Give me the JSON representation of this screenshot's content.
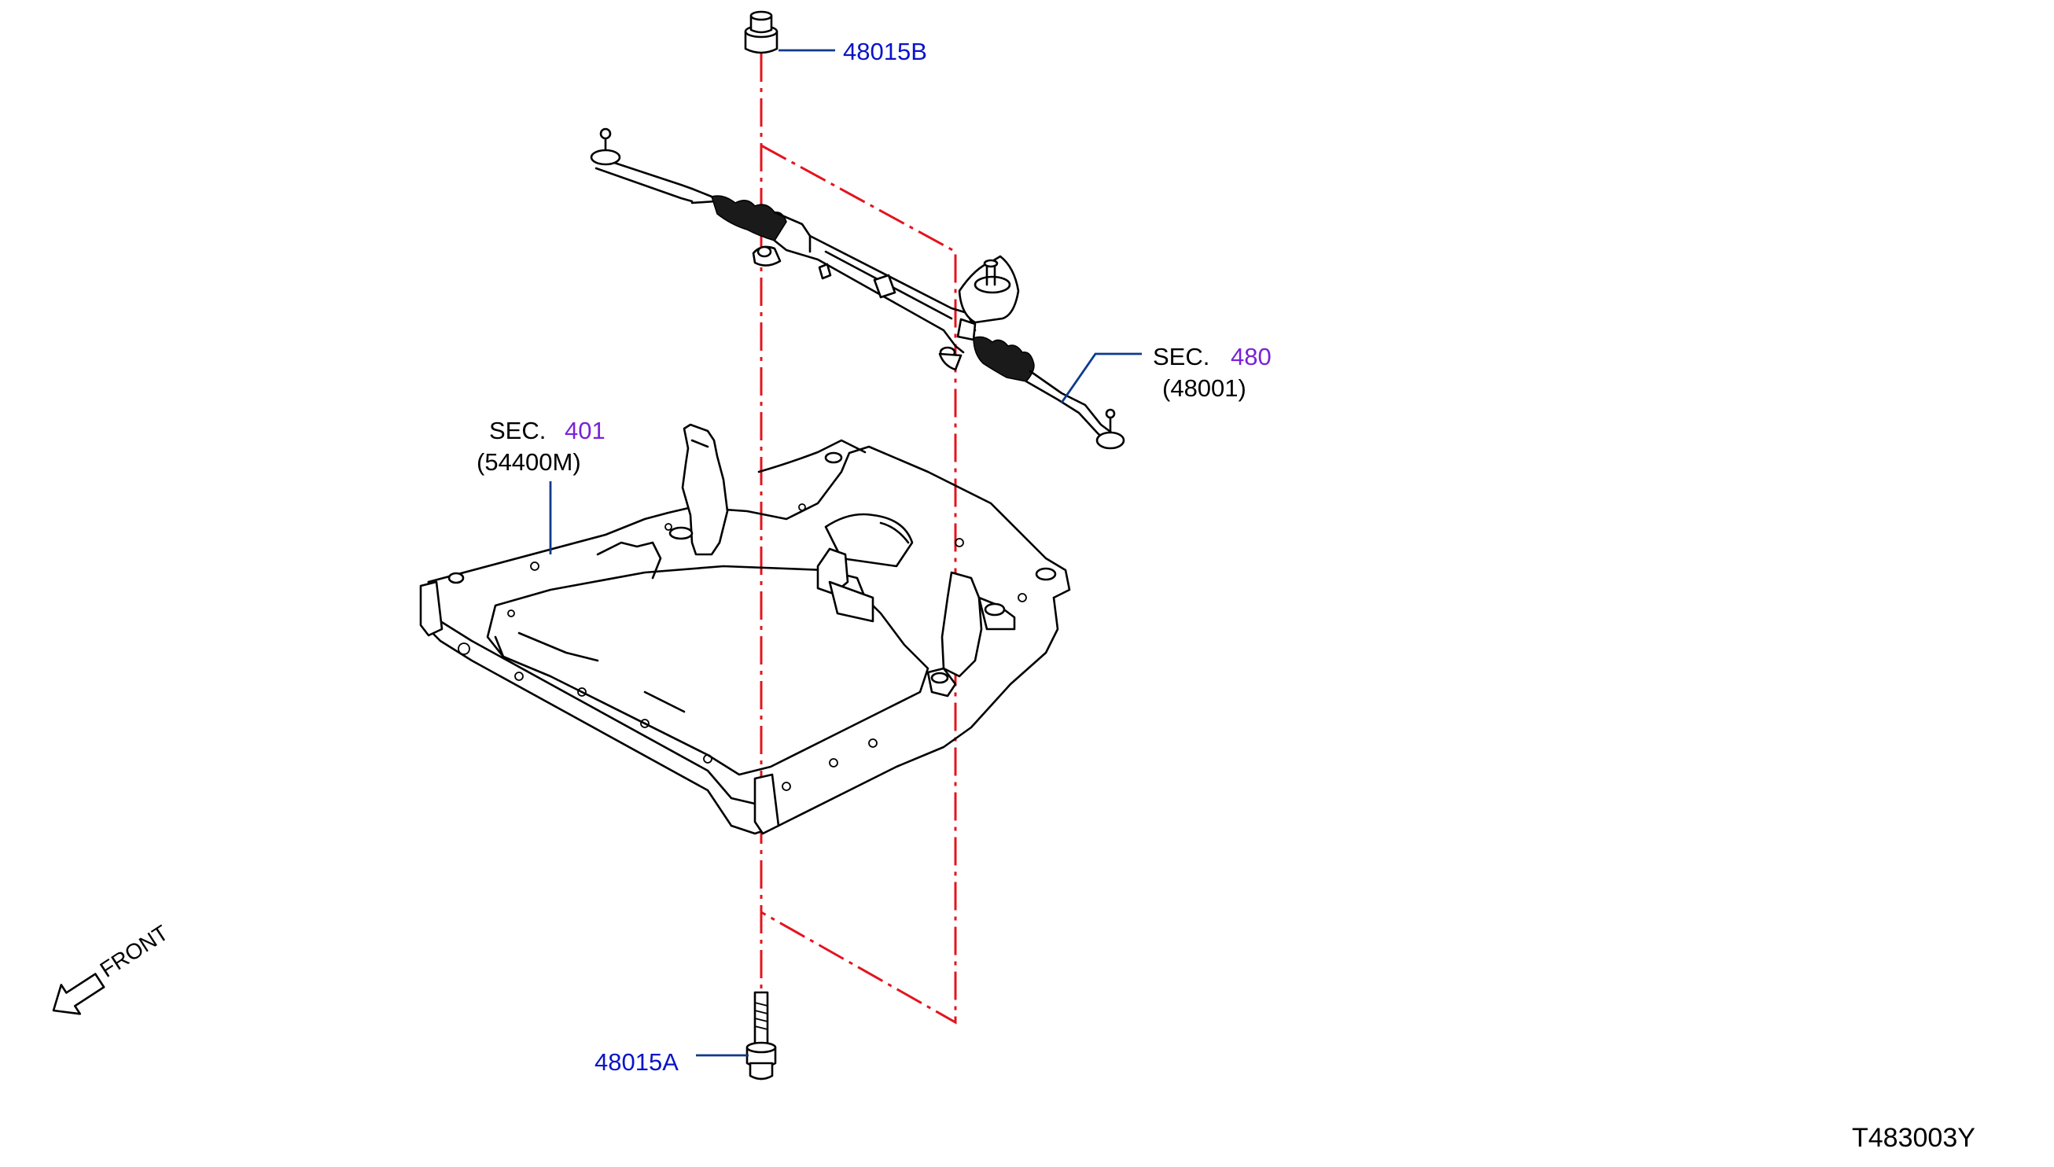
{
  "labels": {
    "bolt_nut_top": "48015B",
    "bolt_bottom": "48015A",
    "sec_480_prefix": "SEC.",
    "sec_480_number": "480",
    "sec_480_part": "(48001)",
    "sec_401_prefix": "SEC.",
    "sec_401_number": "401",
    "sec_401_part": "(54400M)",
    "front": "FRONT",
    "diagram_code": "T483003Y"
  },
  "colors": {
    "part_link": "#0a14c8",
    "section_link": "#7a22d8",
    "phantom_line": "#e3141e",
    "leader_line": "#0d3a8c"
  },
  "icons": {
    "front_arrow": "front-arrow-icon"
  }
}
